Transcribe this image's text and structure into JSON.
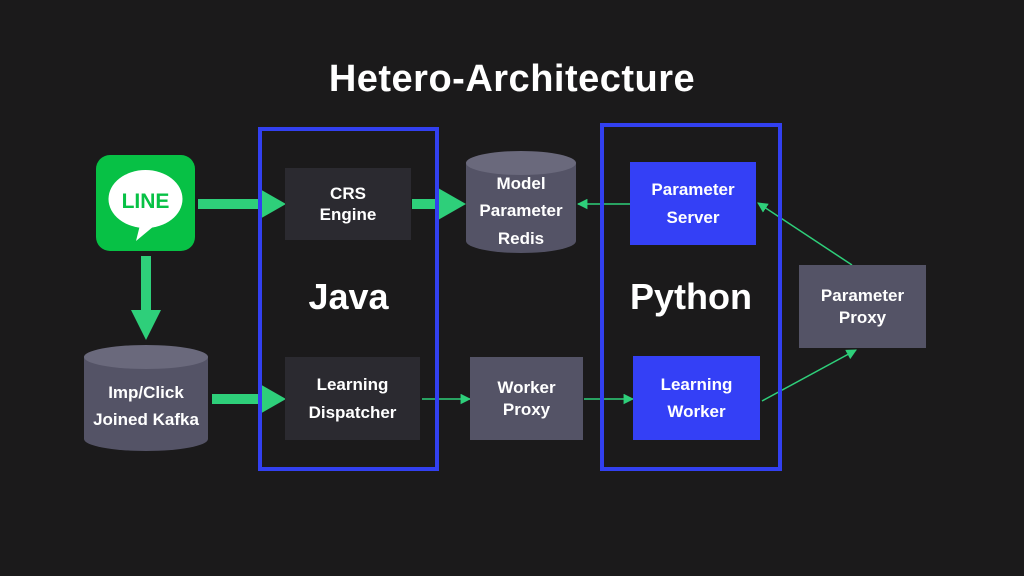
{
  "title": "Hetero-Architecture",
  "logo": {
    "text": "LINE",
    "color": "#07c145"
  },
  "groups": {
    "java": {
      "label": "Java",
      "border_color": "#3240f0"
    },
    "python": {
      "label": "Python",
      "border_color": "#3240f0"
    }
  },
  "nodes": {
    "crs_engine": {
      "line1": "CRS",
      "line2": "Engine"
    },
    "learning_dispatcher": {
      "line1": "Learning",
      "line2": "Dispatcher"
    },
    "redis": {
      "line1": "Model",
      "line2": "Parameter",
      "line3": "Redis"
    },
    "kafka": {
      "line1": "Imp/Click",
      "line2": "Joined Kafka"
    },
    "worker_proxy": {
      "line1": "Worker",
      "line2": "Proxy"
    },
    "parameter_server": {
      "line1": "Parameter",
      "line2": "Server"
    },
    "learning_worker": {
      "line1": "Learning",
      "line2": "Worker"
    },
    "parameter_proxy": {
      "line1": "Parameter",
      "line2": "Proxy"
    }
  },
  "colors": {
    "background": "#1b1a1b",
    "arrow": "#2ecf7a",
    "dark_box": "#2b2a30",
    "gray_box": "#545366",
    "blue_box": "#3440f6"
  }
}
